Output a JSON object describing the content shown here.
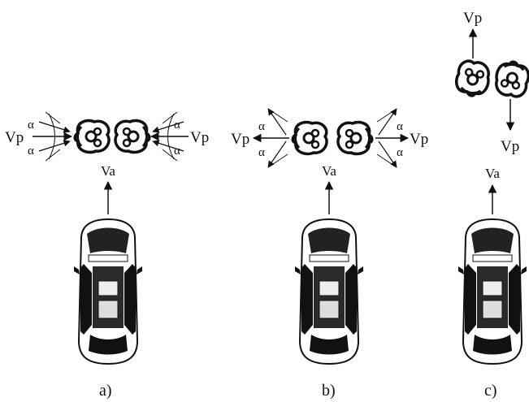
{
  "panels": [
    {
      "caption": "a)",
      "car_velocity_label": "Va",
      "pedestrian_velocity_left": "Vp",
      "pedestrian_velocity_right": "Vp",
      "angle_label": "α"
    },
    {
      "caption": "b)",
      "car_velocity_label": "Va",
      "pedestrian_velocity_left": "Vp",
      "pedestrian_velocity_right": "Vp",
      "angle_label": "α"
    },
    {
      "caption": "c)",
      "car_velocity_label": "Va",
      "pedestrian_velocity_up": "Vp",
      "pedestrian_velocity_down": "Vp"
    }
  ],
  "colors": {
    "ink": "#111111",
    "background": "#ffffff"
  }
}
